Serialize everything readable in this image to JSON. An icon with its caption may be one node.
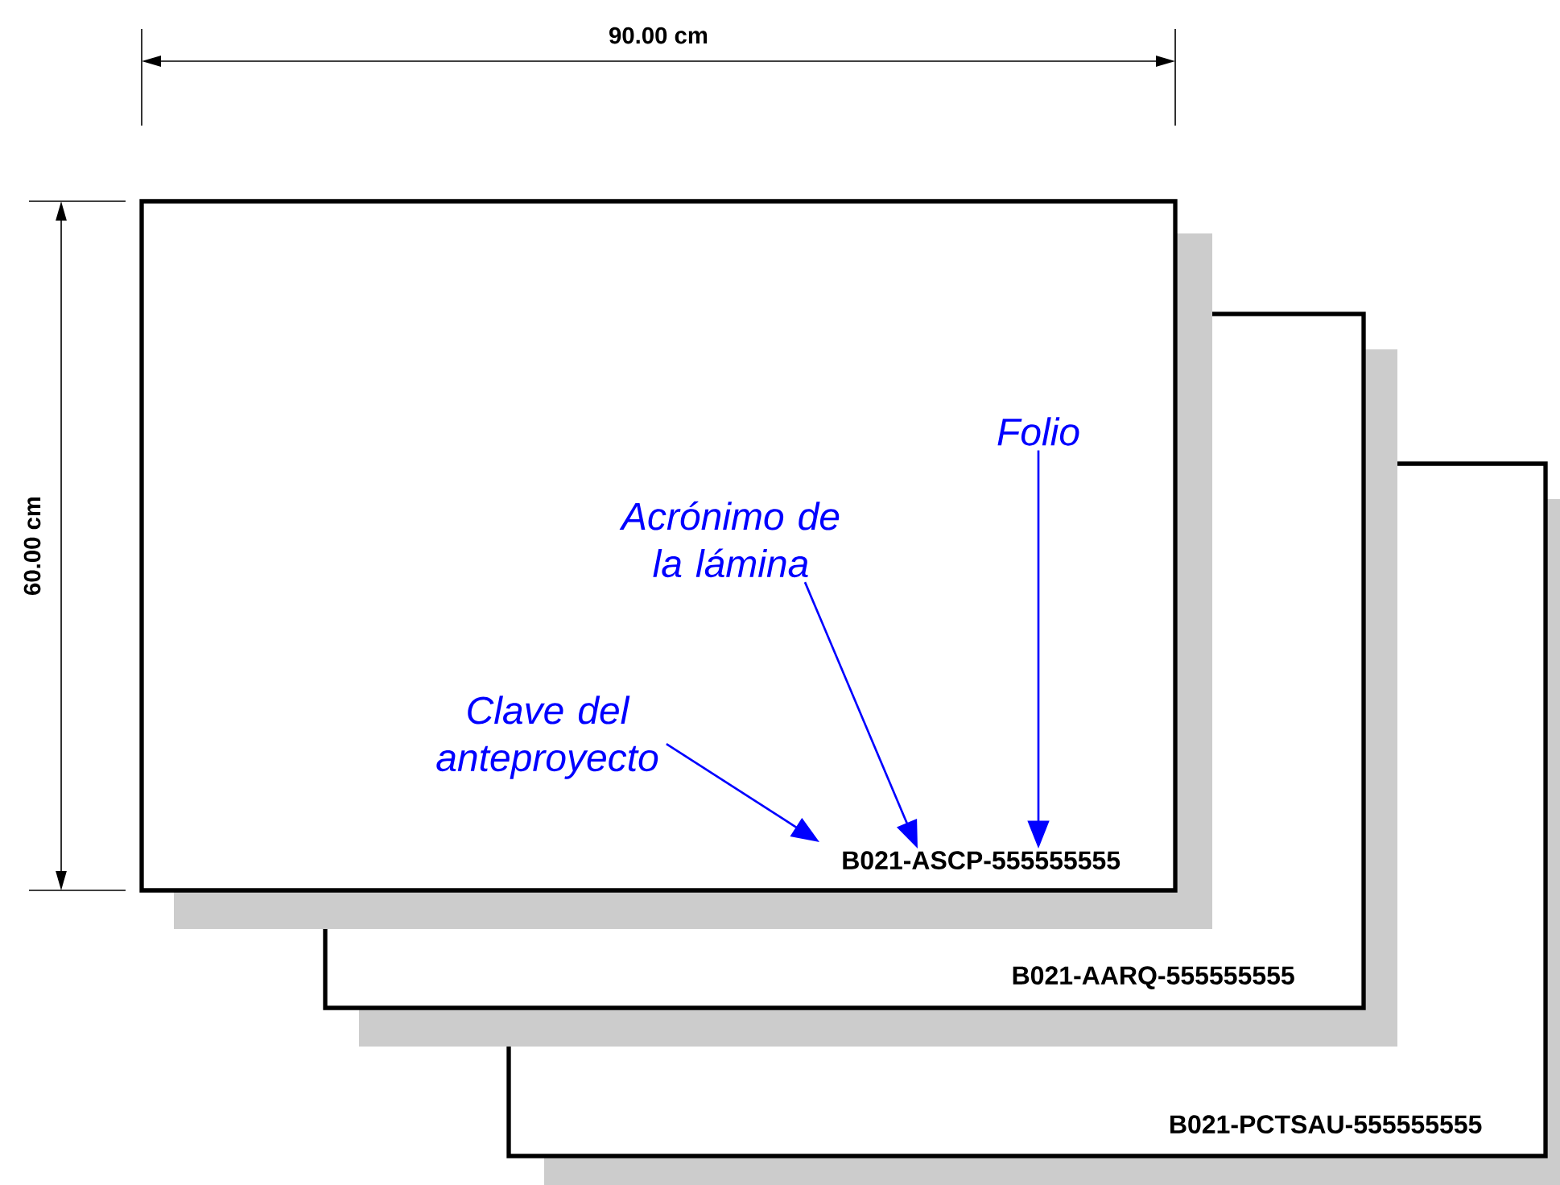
{
  "diagram": {
    "nodes": [
      {
        "text": [],
        "shape": "box"
      },
      {
        "text": [
          "B021-ASCP-555555555"
        ]
      },
      {
        "text": [],
        "shape": "box"
      },
      {
        "text": [
          "B021-AARQ-555555555"
        ]
      },
      {
        "text": [],
        "shape": "box"
      },
      {
        "text": [
          "B021-PCTSAU-555555555"
        ],
        "in": 4
      },
      {
        "text": [
          "Clave del anteproyecto"
        ]
      },
      {
        "text": [
          "Acrónimo de la lámina"
        ]
      },
      {
        "text": [
          "Folio"
        ]
      }
    ],
    "edges": [
      {
        "from": 6,
        "to": 1,
        "arrow": "to"
      },
      {
        "from": 7,
        "to": 1,
        "arrow": "to"
      },
      {
        "from": 8,
        "to": 1,
        "arrow": "to"
      }
    ],
    "labels": [
      "90.00 cm",
      "60.00 cm"
    ]
  }
}
